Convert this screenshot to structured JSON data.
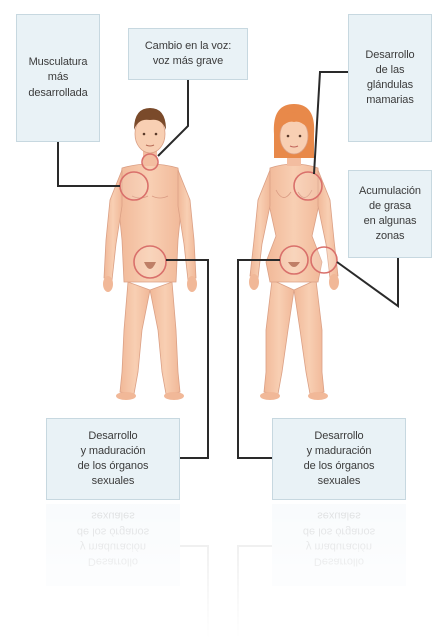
{
  "labels": {
    "musculatura": "Musculatura\nmás\ndesarrollada",
    "voz": "Cambio en la voz:\nvoz más grave",
    "mamarias": "Desarrollo\nde las\nglándulas\nmamarias",
    "grasa": "Acumulación\nde grasa\nen algunas\nzonas",
    "sexuales_hombre": "Desarrollo\ny maduración\nde los órganos\nsexuales",
    "sexuales_mujer": "Desarrollo\ny maduración\nde los órganos\nsexuales"
  },
  "colors": {
    "box_fill": "#e9f2f6",
    "skin": "#f6c6a8",
    "skin_shade": "#eab295",
    "male_hair": "#7a4a2a",
    "female_hair": "#e8894a",
    "highlight_circle": "#d9706b",
    "leader_line": "#2a2a2a"
  }
}
